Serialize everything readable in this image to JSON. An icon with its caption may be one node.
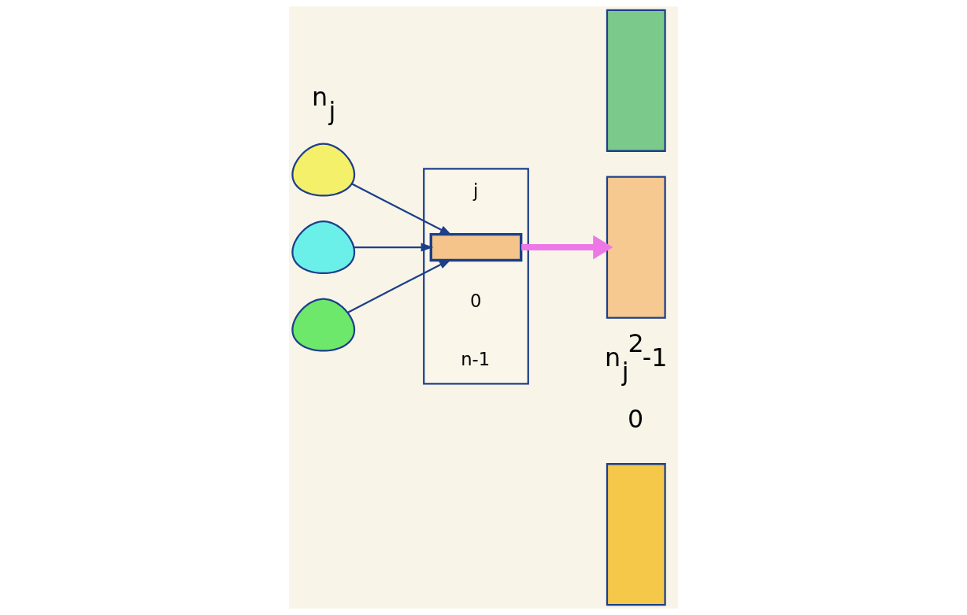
{
  "diagram": {
    "nodes": [
      {
        "text": [],
        "shape": "cloud"
      },
      {
        "text": [],
        "shape": "cloud"
      },
      {
        "text": [],
        "shape": "cloud"
      },
      {
        "text": [],
        "shape": "box"
      },
      {
        "text": [],
        "shape": "bar",
        "in": 3,
        "beside": [
          "j"
        ]
      },
      {
        "text": [],
        "shape": "box"
      },
      {
        "text": [],
        "shape": "box"
      },
      {
        "text": [],
        "shape": "box"
      }
    ],
    "edges": [
      {
        "from": 0,
        "to": 4,
        "arrow": "to"
      },
      {
        "from": 1,
        "to": 4,
        "arrow": "to"
      },
      {
        "from": 2,
        "to": 4,
        "arrow": "to"
      },
      {
        "from": 4,
        "to": 6,
        "arrow": "to",
        "style": "thick",
        "color": "#ee77e8"
      }
    ],
    "labels": [
      "n$_{j}$",
      "0",
      "n-1",
      "0",
      "n$_{j}$$^{2}$-1"
    ]
  }
}
